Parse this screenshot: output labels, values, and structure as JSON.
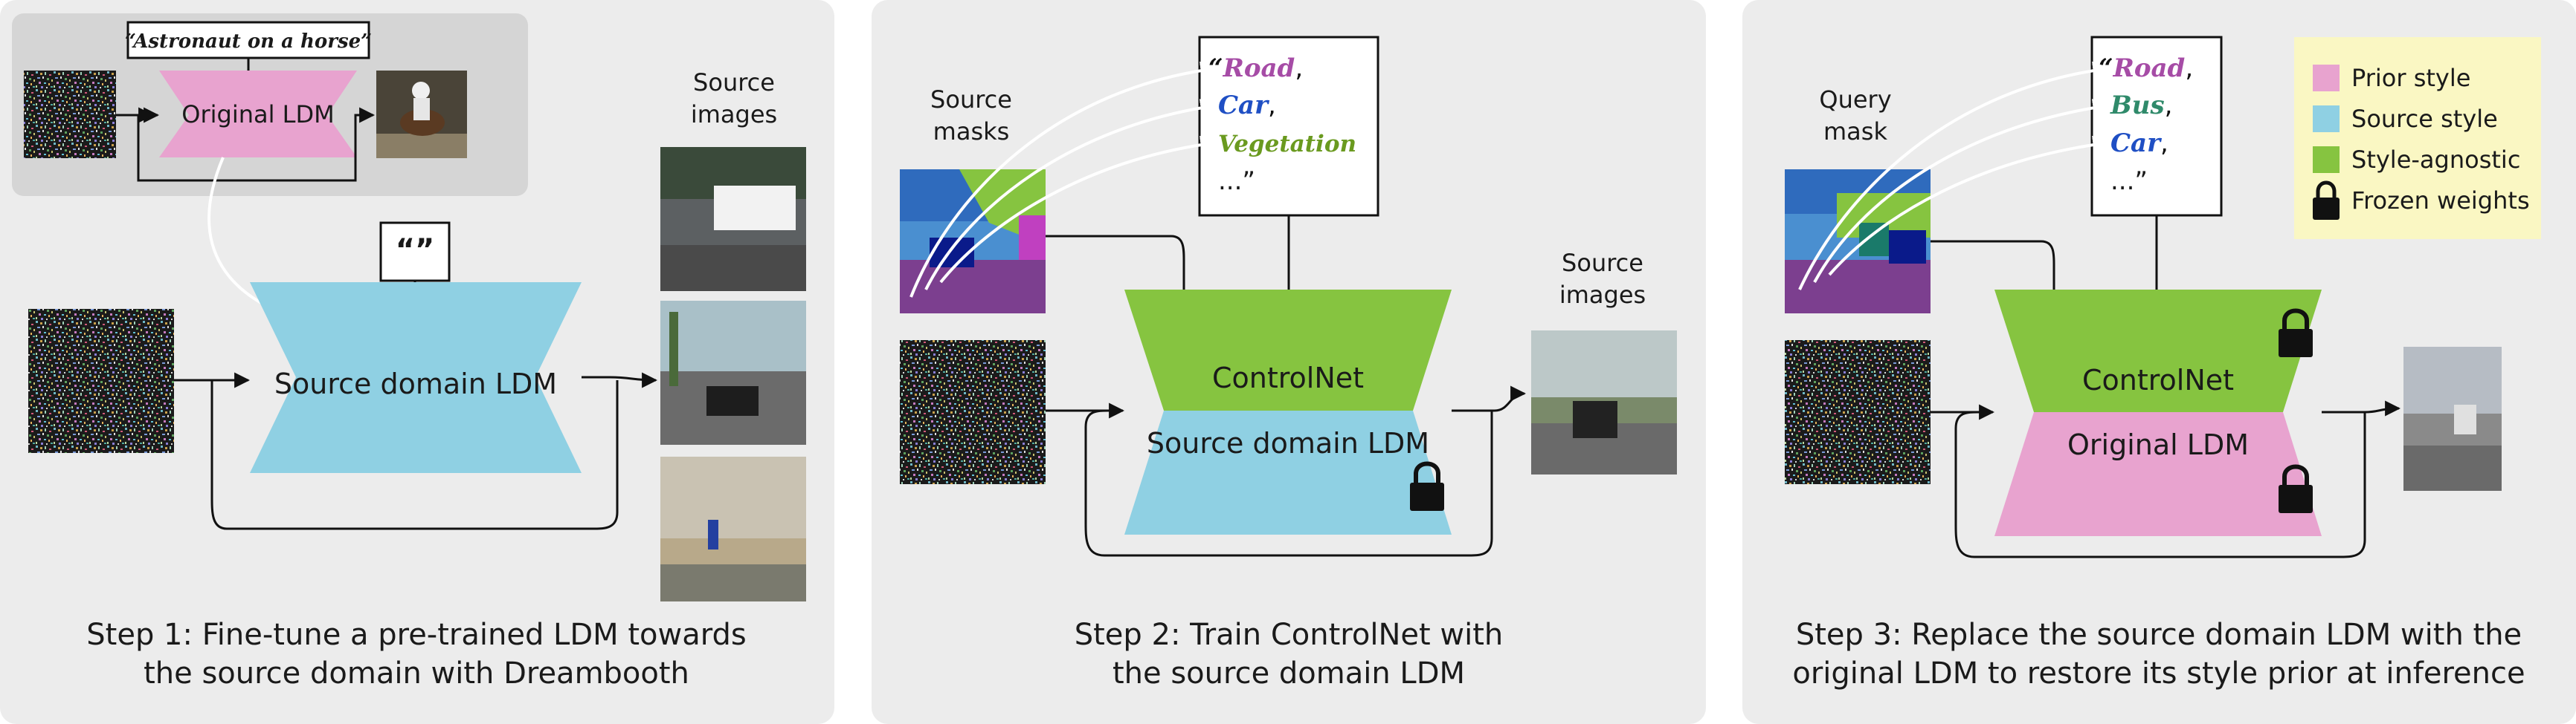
{
  "panel1": {
    "top_prompt": "“Astronaut on a horse”",
    "original_ldm": "Original LDM",
    "empty_prompt": "“”",
    "source_ldm": "Source domain LDM",
    "source_images_line1": "Source",
    "source_images_line2": "images",
    "caption_line1": "Step 1: Fine-tune a pre-trained LDM towards",
    "caption_line2": "the source domain with Dreambooth"
  },
  "panel2": {
    "masks_line1": "Source",
    "masks_line2": "masks",
    "prompt_open": "“",
    "prompt_road": "Road",
    "prompt_car": "Car",
    "prompt_veg": "Vegetation",
    "comma": ",",
    "prompt_end": "...”",
    "controlnet": "ControlNet",
    "source_ldm": "Source domain LDM",
    "source_images_line1": "Source",
    "source_images_line2": "images",
    "caption_line1": "Step 2: Train ControlNet with",
    "caption_line2": "the source domain LDM"
  },
  "panel3": {
    "mask_line1": "Query",
    "mask_line2": "mask",
    "prompt_open": "“",
    "prompt_road": "Road",
    "prompt_bus": "Bus",
    "prompt_car": "Car",
    "comma": ",",
    "prompt_end": "...”",
    "controlnet": "ControlNet",
    "original_ldm": "Original LDM",
    "caption_line1": "Step 3: Replace the source domain LDM with the",
    "caption_line2": "original LDM to restore its style prior at inference"
  },
  "legend": {
    "items": [
      {
        "label": "Prior style",
        "color": "#e8a3cf"
      },
      {
        "label": "Source style",
        "color": "#8fd0e3"
      },
      {
        "label": "Style-agnostic",
        "color": "#86c440"
      },
      {
        "label": "Frozen weights",
        "icon": "lock-icon"
      }
    ]
  },
  "colors": {
    "panel_bg": "#ececec",
    "inset_bg": "#d5d5d5",
    "prior_style": "#e8a3cf",
    "source_style": "#8fd0e3",
    "style_agnostic": "#86c440",
    "legend_bg": "#faf7c3",
    "road_text": "#a64ca6",
    "car_text": "#1f4fc4",
    "veg_text": "#6a9a1f",
    "bus_text": "#2f8a6a"
  }
}
